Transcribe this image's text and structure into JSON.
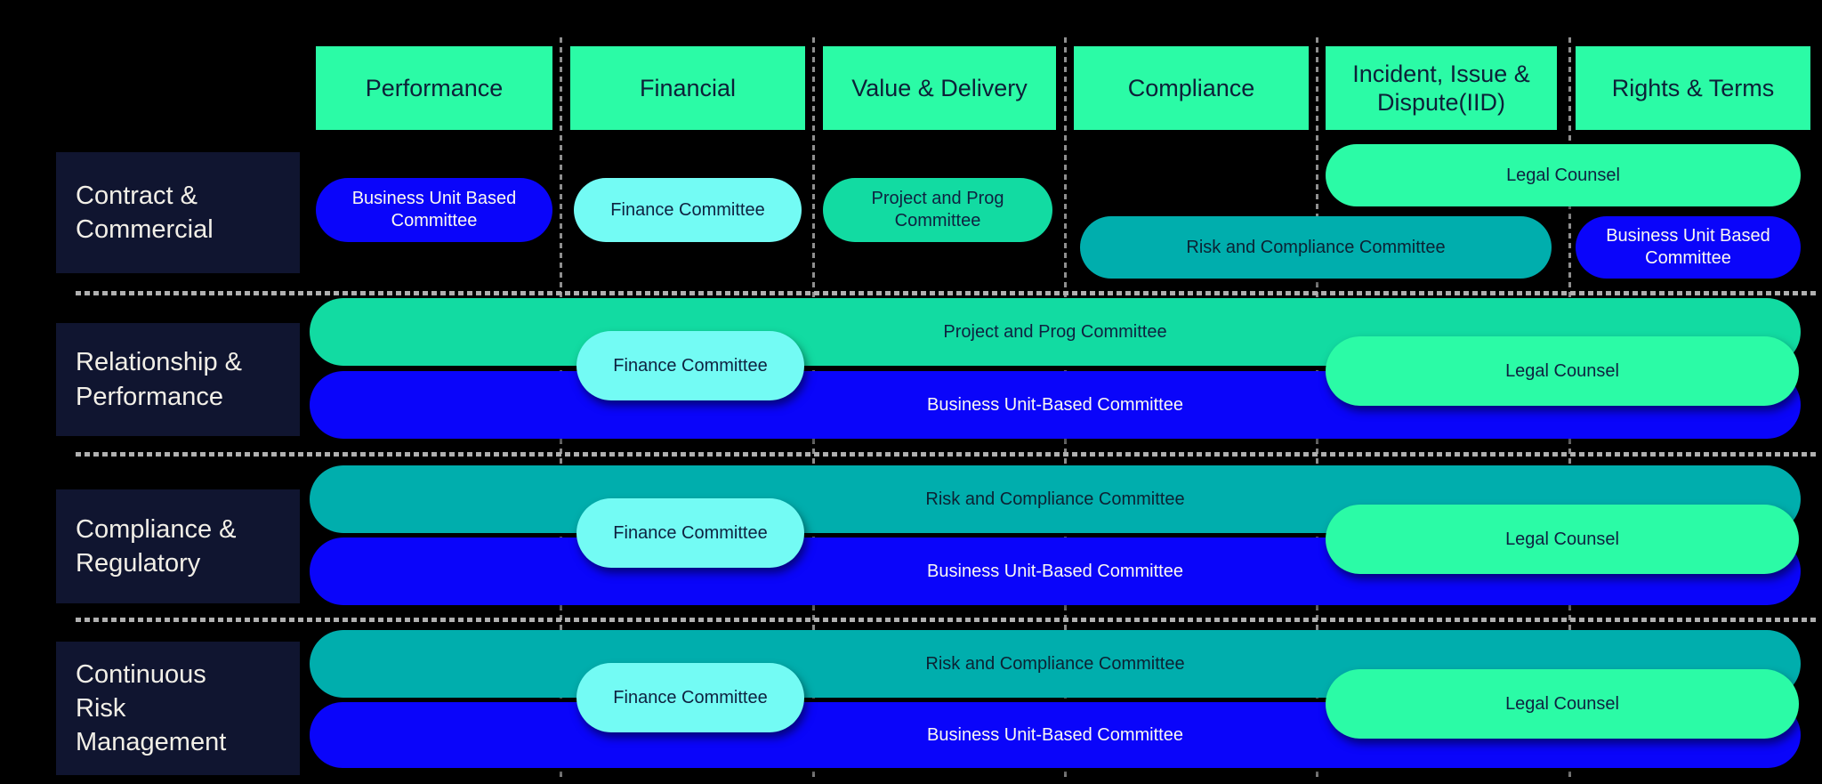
{
  "diagram_type": "governance-matrix",
  "columns": [
    "Performance",
    "Financial",
    "Value & Delivery",
    "Compliance",
    "Incident, Issue & Dispute(IID)",
    "Rights & Terms"
  ],
  "rows": [
    {
      "label": "Contract & Commercial",
      "pills": [
        {
          "label": "Business Unit Based Committee",
          "color": "blue",
          "columns": [
            "Performance"
          ]
        },
        {
          "label": "Finance Committee",
          "color": "cyan",
          "columns": [
            "Financial"
          ]
        },
        {
          "label": "Project and Prog Committee",
          "color": "midgreen",
          "columns": [
            "Value & Delivery"
          ]
        },
        {
          "label": "Legal Counsel",
          "color": "green",
          "columns": [
            "Incident, Issue & Dispute(IID)",
            "Rights & Terms"
          ]
        },
        {
          "label": "Risk and Compliance Committee",
          "color": "teal",
          "columns": [
            "Compliance",
            "Incident, Issue & Dispute(IID)"
          ]
        },
        {
          "label": "Business Unit Based Committee",
          "color": "blue",
          "columns": [
            "Rights & Terms"
          ]
        }
      ]
    },
    {
      "label": "Relationship & Performance",
      "pills": [
        {
          "label": "Project and Prog Committee",
          "color": "midgreen",
          "columns": [
            "all"
          ]
        },
        {
          "label": "Business Unit-Based Committee",
          "color": "blue",
          "columns": [
            "all"
          ]
        },
        {
          "label": "Finance Committee",
          "color": "cyan",
          "columns": [
            "Financial"
          ]
        },
        {
          "label": "Legal Counsel",
          "color": "green",
          "columns": [
            "Incident, Issue & Dispute(IID)",
            "Rights & Terms"
          ]
        }
      ]
    },
    {
      "label": "Compliance & Regulatory",
      "pills": [
        {
          "label": "Risk and Compliance Committee",
          "color": "teal",
          "columns": [
            "all"
          ]
        },
        {
          "label": "Business Unit-Based Committee",
          "color": "blue",
          "columns": [
            "all"
          ]
        },
        {
          "label": "Finance Committee",
          "color": "cyan",
          "columns": [
            "Financial"
          ]
        },
        {
          "label": "Legal Counsel",
          "color": "green",
          "columns": [
            "Incident, Issue & Dispute(IID)",
            "Rights & Terms"
          ]
        }
      ]
    },
    {
      "label": "Continuous Risk Management",
      "pills": [
        {
          "label": "Risk and Compliance Committee",
          "color": "teal",
          "columns": [
            "all"
          ]
        },
        {
          "label": "Business Unit-Based Committee",
          "color": "blue",
          "columns": [
            "all"
          ]
        },
        {
          "label": "Finance Committee",
          "color": "cyan",
          "columns": [
            "Financial"
          ]
        },
        {
          "label": "Legal Counsel",
          "color": "green",
          "columns": [
            "Incident, Issue & Dispute(IID)",
            "Rights & Terms"
          ]
        }
      ]
    }
  ],
  "colors": {
    "background": "#000000",
    "header_green": "#2bfba6",
    "bright_green": "#2bfba6",
    "mid_green": "#12dba2",
    "teal": "#00aead",
    "blue": "#0a05fa",
    "cyan": "#73fbf4",
    "row_label_navy": "#101530",
    "dark_text": "#0e2240",
    "light_text": "#f2efe7",
    "gridline_gray": "#9b9b9b"
  }
}
